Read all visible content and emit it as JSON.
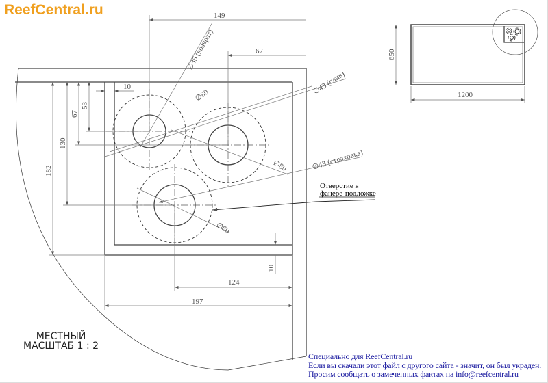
{
  "logo": "ReefCentral.ru",
  "dimensions": {
    "d149": "149",
    "d67_top": "67",
    "d10_top": "10",
    "d53": "53",
    "d67_left": "67",
    "d130": "130",
    "d182": "182",
    "d10_right": "10",
    "d124": "124",
    "d197": "197",
    "d650": "650",
    "d1200": "1200"
  },
  "callouts": {
    "return": "∅35 (возврат)",
    "drain": "∅43 (слив)",
    "safety": "∅43 (страховка)",
    "d80_a": "∅80",
    "d80_b": "∅80",
    "d80_c": "∅80",
    "plywood_line1": "Отверстие в",
    "plywood_line2": "фанере-подложке"
  },
  "scale": {
    "line1": "МЕСТНЫЙ",
    "line2": "МАСШТАБ 1 : 2"
  },
  "notice": [
    "Специально для ReefCentral.ru",
    "Если вы скачали этот файл с другого сайта - значит, он был украден.",
    "Просим сообщать о замеченных фактах на info@reefcentral.ru"
  ],
  "colors": {
    "logo": "#f0a020",
    "notice": "#1a1aa0"
  }
}
